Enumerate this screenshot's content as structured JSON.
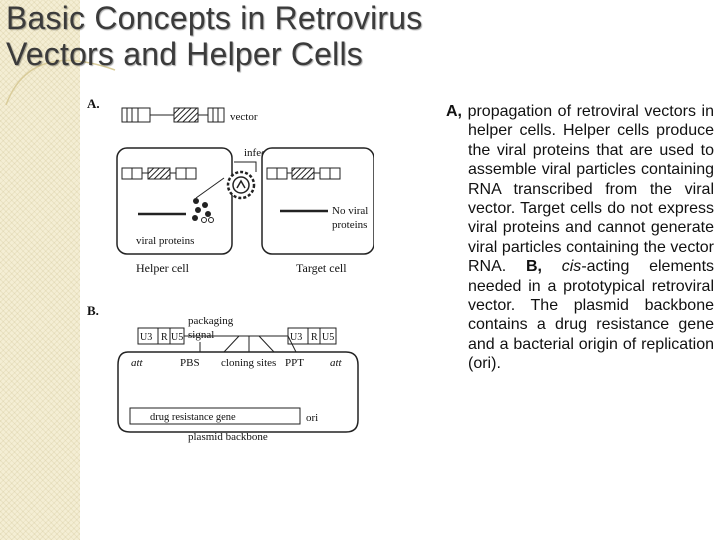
{
  "slide": {
    "title_line1": "Basic Concepts in Retrovirus",
    "title_line2": "Vectors and Helper Cells"
  },
  "caption": {
    "part_a_label": "A,",
    "part_a_text": " propagation of retroviral vectors in helper cells. Helper cells produce the viral proteins that are used to assemble viral particles containing RNA transcribed from the viral vector. Target cells do not express viral proteins and cannot generate viral particles containing the vector RNA. ",
    "part_b_label": "B,",
    "cis_word": "cis",
    "part_b_text": "-acting elements needed in a prototypical retroviral vector. The plasmid backbone contains a drug resistance gene and a bacterial origin of replication (ori)."
  },
  "figure": {
    "panel_a": {
      "label": "A.",
      "vector": "vector",
      "infect": "infect",
      "viral_proteins": "viral proteins",
      "no_viral": "No viral",
      "proteins": "proteins",
      "helper_cell": "Helper cell",
      "target_cell": "Target cell"
    },
    "panel_b": {
      "label": "B.",
      "packaging": "packaging",
      "signal": "signal",
      "u3": "U3",
      "r": "R",
      "u5": "U5",
      "att": "att",
      "pbs": "PBS",
      "cloning_sites": "cloning sites",
      "ppt": "PPT",
      "drug_resistance_gene": "drug resistance gene",
      "ori": "ori",
      "plasmid_backbone": "plasmid backbone"
    }
  }
}
